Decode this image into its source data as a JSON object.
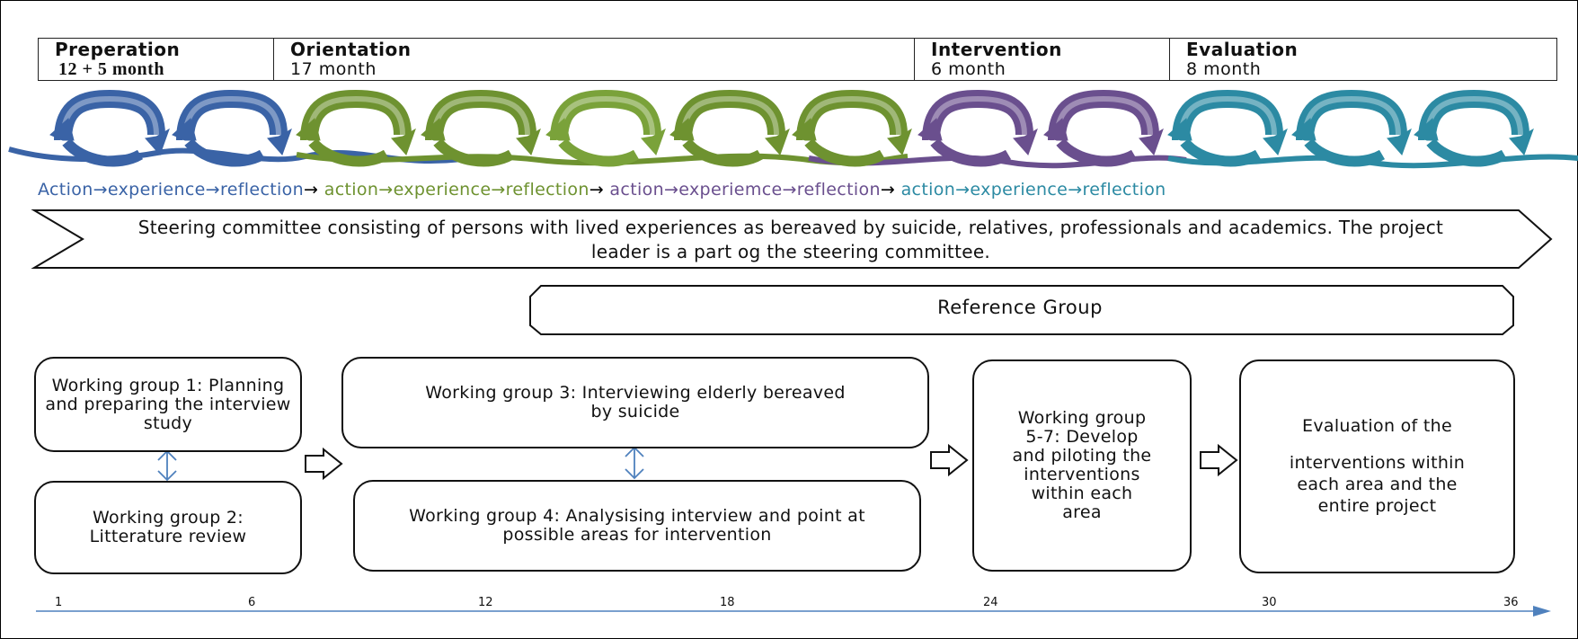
{
  "phases": [
    {
      "name": "Preperation",
      "duration": "12 + 5 month"
    },
    {
      "name": "Orientation",
      "duration": "17 month"
    },
    {
      "name": "Intervention",
      "duration": "6 month"
    },
    {
      "name": "Evaluation",
      "duration": "8 month"
    }
  ],
  "cycle_text": {
    "part1": "Action→experience→reflection",
    "part2": "action→experience→reflection",
    "part3": "action→experiemce→reflection",
    "part4": "action→experience→reflection",
    "sep": "→ "
  },
  "steering": "Steering committee consisting of persons with lived experiences as bereaved by suicide, relatives, professionals and academics. The project leader is a part og the steering committee.",
  "reference_group": "Reference Group",
  "working_groups": {
    "wg1": "Working group 1: Planning and preparing the interview study",
    "wg2": "Working group 2: Litterature review",
    "wg3": "Working group 3:  Interviewing elderly bereaved by suicide",
    "wg4": "Working group 4: Analysising interview and point at possible areas for intervention",
    "wg57": "Working group 5-7: Develop and piloting the interventions within each area",
    "eval_line1": "Evaluation of the",
    "eval_line2": "interventions within each area and the entire project"
  },
  "axis_ticks": [
    "1",
    "6",
    "12",
    "18",
    "24",
    "30",
    "36"
  ],
  "colors": {
    "blue": "#3a63a6",
    "green": "#6e9230",
    "purple": "#6a4f8e",
    "teal": "#2c8aa3",
    "axis": "#4f81bd"
  }
}
